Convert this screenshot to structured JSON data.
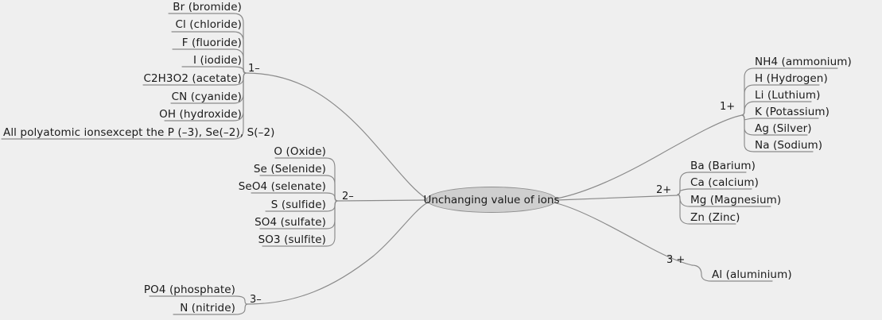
{
  "diagram": {
    "type": "mind-map",
    "background_color": "#efefef",
    "node_fill_color": "#cfcfcf",
    "node_stroke_color": "#8e8e8e",
    "line_color": "#8a8a8a",
    "text_color": "#1a1a1a",
    "center": {
      "label": "Unchanging value of ions"
    },
    "branches": [
      {
        "id": "minus-1",
        "label": "1–",
        "side": "left",
        "items": [
          "Br (bromide)",
          "Cl (chloride)",
          "F (fluoride)",
          "I (iodide)",
          "C2H3O2 (acetate)",
          "CN (cyanide)",
          "OH (hydroxide)",
          "All polyatomic ionsexcept the P (–3), Se(–2), S(–2)"
        ]
      },
      {
        "id": "minus-2",
        "label": "2–",
        "side": "left",
        "items": [
          "O (Oxide)",
          "Se (Selenide)",
          "SeO4 (selenate)",
          "S (sulfide)",
          "SO4 (sulfate)",
          "SO3 (sulfite)"
        ]
      },
      {
        "id": "minus-3",
        "label": "3–",
        "side": "left",
        "items": [
          "PO4 (phosphate)",
          "N (nitride)"
        ]
      },
      {
        "id": "plus-1",
        "label": "1+",
        "side": "right",
        "items": [
          "NH4 (ammonium)",
          "H (Hydrogen)",
          "Li (Luthium)",
          "K (Potassium)",
          "Ag (Silver)",
          "Na (Sodium)"
        ]
      },
      {
        "id": "plus-2",
        "label": "2+",
        "side": "right",
        "items": [
          "Ba (Barium)",
          "Ca (calcium)",
          "Mg (Magnesium)",
          "Zn (Zinc)"
        ]
      },
      {
        "id": "plus-3",
        "label": "3 +",
        "side": "right",
        "items": [
          "Al (aluminium)"
        ]
      }
    ]
  }
}
